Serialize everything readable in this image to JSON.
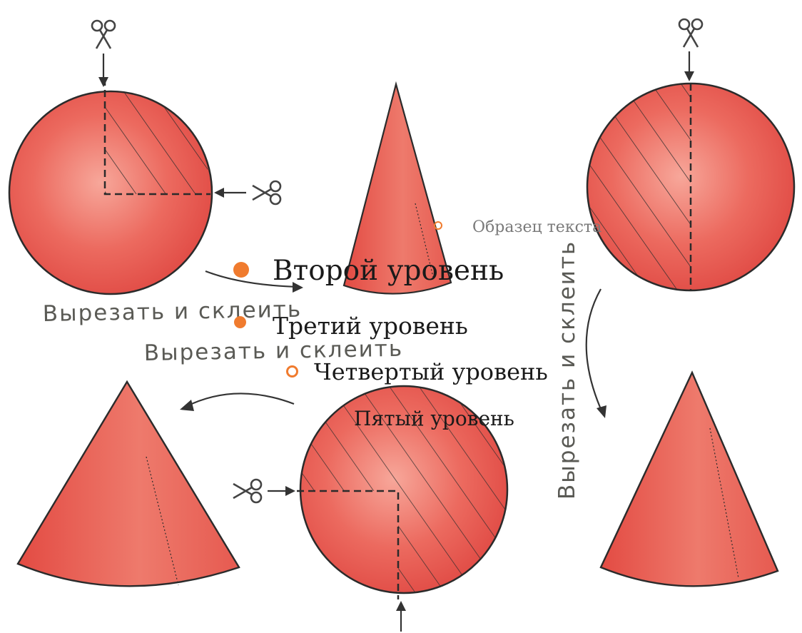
{
  "labels": {
    "cut_glue_left": "Вырезать и склеить",
    "cut_glue_center": "Вырезать и склеить",
    "cut_glue_vertical": "Вырезать и склеить"
  },
  "placeholder": {
    "sample_text": "Образец текста",
    "level2": "Второй уровень",
    "level3": "Третий уровень",
    "level4": "Четвертый уровень",
    "level5": "Пятый уровень"
  },
  "colors": {
    "paper_red": "#e8504a",
    "paper_light": "#f39a8e",
    "ink": "#2b2b2b",
    "bullet_orange": "#f07b2e"
  },
  "icons": [
    "scissors-icon",
    "arrow-icon"
  ]
}
